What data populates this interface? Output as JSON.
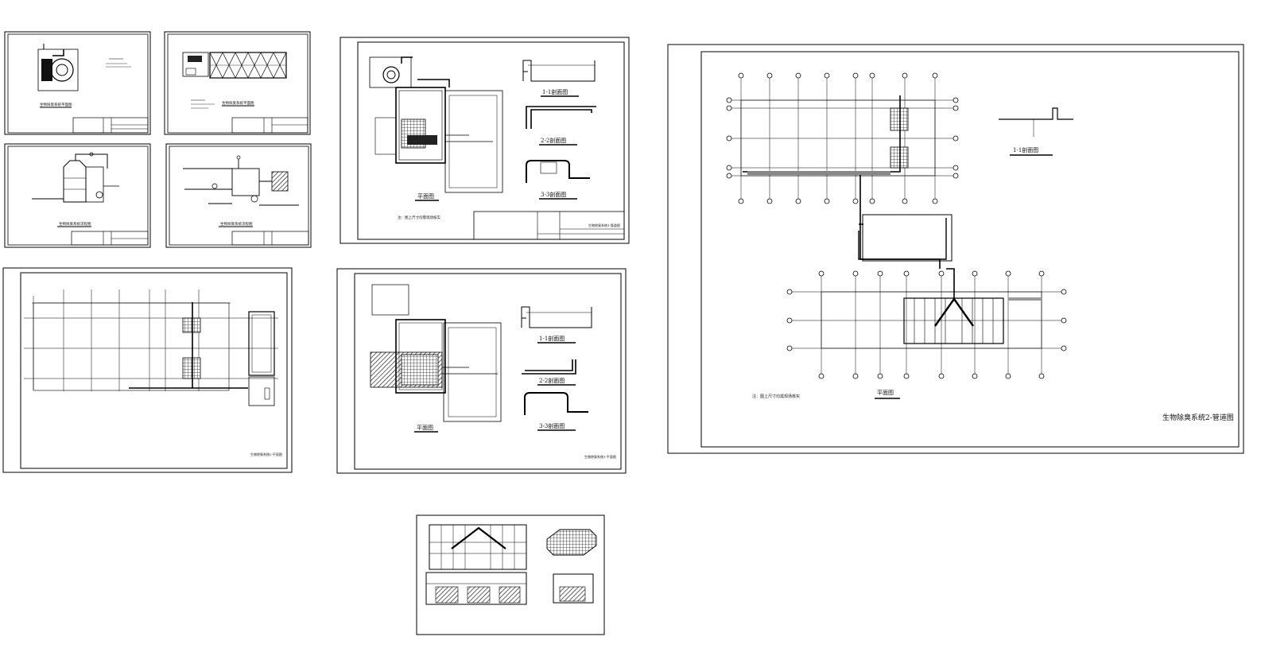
{
  "colors": {
    "background": "#ffffff",
    "ink": "#000000",
    "hatch": "#333333"
  },
  "sheets": {
    "s1": {
      "title": "生物除臭系统平面图"
    },
    "s2": {
      "title": "生物除臭系统平面图"
    },
    "s3": {
      "title": "生物除臭系统流程图"
    },
    "s4": {
      "title": "生物除臭系统流程图"
    },
    "s5": {
      "plan_label": "平面图",
      "sec1": "1-1剖面图",
      "sec2": "2-2剖面图",
      "sec3": "3-3剖面图",
      "note": "注：图上尺寸均需现场核实",
      "title": "生物除臭系统1-管道图"
    },
    "s6": {
      "title": "生物除臭系统2-平面图"
    },
    "s7": {
      "plan_label": "平面图",
      "sec1": "1-1剖面图",
      "sec2": "2-2剖面图",
      "sec3": "3-3剖面图",
      "title": "生物除臭系统1-平面图"
    },
    "s8": {
      "sec1": "1-1剖面图",
      "plan_label": "平面图",
      "note": "注：图上尺寸均需现场核实",
      "title": "生物除臭系统2-管道图"
    }
  }
}
